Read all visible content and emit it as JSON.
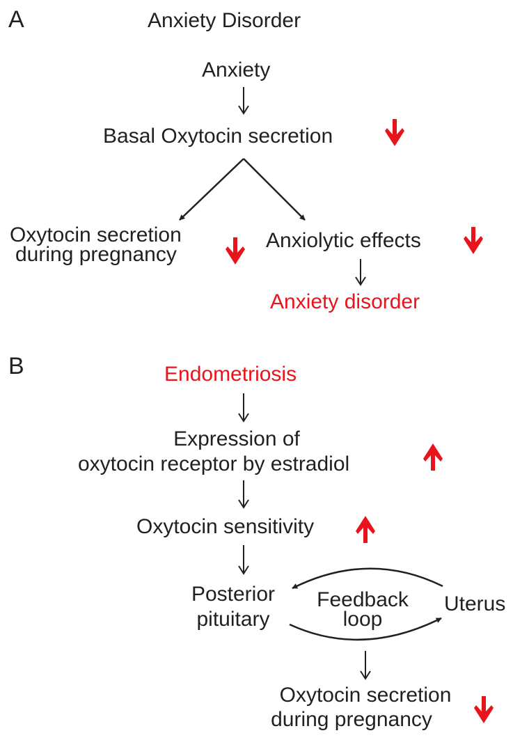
{
  "panel_a": {
    "label": "A",
    "title": "Anxiety Disorder",
    "anxiety": "Anxiety",
    "basal": "Basal Oxytocin secretion",
    "preg_line1": "Oxytocin secretion",
    "preg_line2": "during pregnancy",
    "anxiolytic": "Anxiolytic effects",
    "disorder": "Anxiety disorder"
  },
  "panel_b": {
    "label": "B",
    "endometriosis": "Endometriosis",
    "expr_line1": "Expression of",
    "expr_line2": "oxytocin receptor by estradiol",
    "sensitivity": "Oxytocin sensitivity",
    "posterior_line1": "Posterior",
    "posterior_line2": "pituitary",
    "feedback_line1": "Feedback",
    "feedback_line2": "loop",
    "uterus": "Uterus",
    "preg_line1": "Oxytocin secretion",
    "preg_line2": "during pregnancy"
  },
  "colors": {
    "text": "#231f20",
    "highlight": "#e8141c"
  },
  "indicators": {
    "decrease": "red-down-arrow-icon",
    "increase": "red-up-arrow-icon"
  }
}
